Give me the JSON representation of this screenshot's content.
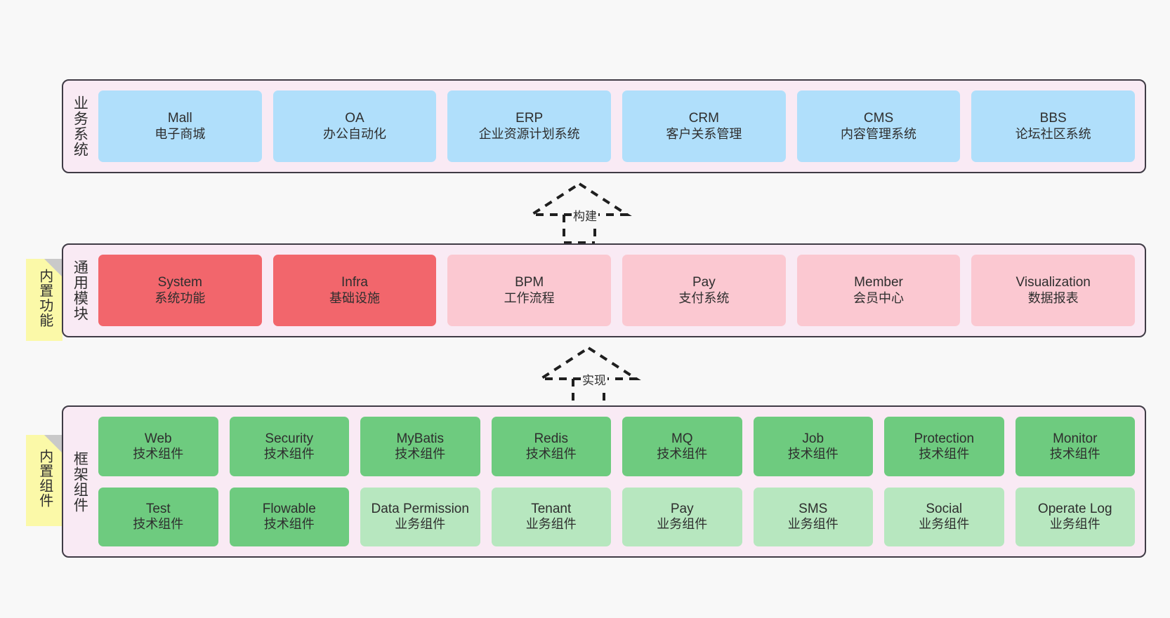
{
  "diagram": {
    "background": "#f8f8f8",
    "panel_bg": "#f9eaf4",
    "panel_border": "#3f3b45",
    "sticky_bg": "#fbf9a8",
    "sticky_fold": "#c9c9c9"
  },
  "layers": [
    {
      "id": "business-systems",
      "title": "业务系统",
      "sticky": null,
      "rows": [
        {
          "cards": [
            {
              "name": "Mall",
              "subtitle": "电子商城",
              "color": "#b0dffb",
              "variant": "c-blue"
            },
            {
              "name": "OA",
              "subtitle": "办公自动化",
              "color": "#b0dffb",
              "variant": "c-blue"
            },
            {
              "name": "ERP",
              "subtitle": "企业资源计划系统",
              "color": "#b0dffb",
              "variant": "c-blue"
            },
            {
              "name": "CRM",
              "subtitle": "客户关系管理",
              "color": "#b0dffb",
              "variant": "c-blue"
            },
            {
              "name": "CMS",
              "subtitle": "内容管理系统",
              "color": "#b0dffb",
              "variant": "c-blue"
            },
            {
              "name": "BBS",
              "subtitle": "论坛社区系统",
              "color": "#b0dffb",
              "variant": "c-blue"
            }
          ]
        }
      ]
    },
    {
      "id": "common-modules",
      "title": "通用模块",
      "sticky": "内置功能",
      "rows": [
        {
          "cards": [
            {
              "name": "System",
              "subtitle": "系统功能",
              "color": "#f2666c",
              "variant": "c-red"
            },
            {
              "name": "Infra",
              "subtitle": "基础设施",
              "color": "#f2666c",
              "variant": "c-red"
            },
            {
              "name": "BPM",
              "subtitle": "工作流程",
              "color": "#fbc8d1",
              "variant": "c-pink"
            },
            {
              "name": "Pay",
              "subtitle": "支付系统",
              "color": "#fbc8d1",
              "variant": "c-pink"
            },
            {
              "name": "Member",
              "subtitle": "会员中心",
              "color": "#fbc8d1",
              "variant": "c-pink"
            },
            {
              "name": "Visualization",
              "subtitle": "数据报表",
              "color": "#fbc8d1",
              "variant": "c-pink"
            }
          ]
        }
      ]
    },
    {
      "id": "framework-components",
      "title": "框架组件",
      "sticky": "内置组件",
      "rows": [
        {
          "cards": [
            {
              "name": "Web",
              "subtitle": "技术组件",
              "color": "#6ecb7f",
              "variant": "c-green-dark"
            },
            {
              "name": "Security",
              "subtitle": "技术组件",
              "color": "#6ecb7f",
              "variant": "c-green-dark"
            },
            {
              "name": "MyBatis",
              "subtitle": "技术组件",
              "color": "#6ecb7f",
              "variant": "c-green-dark"
            },
            {
              "name": "Redis",
              "subtitle": "技术组件",
              "color": "#6ecb7f",
              "variant": "c-green-dark"
            },
            {
              "name": "MQ",
              "subtitle": "技术组件",
              "color": "#6ecb7f",
              "variant": "c-green-dark"
            },
            {
              "name": "Job",
              "subtitle": "技术组件",
              "color": "#6ecb7f",
              "variant": "c-green-dark"
            },
            {
              "name": "Protection",
              "subtitle": "技术组件",
              "color": "#6ecb7f",
              "variant": "c-green-dark"
            },
            {
              "name": "Monitor",
              "subtitle": "技术组件",
              "color": "#6ecb7f",
              "variant": "c-green-dark"
            }
          ]
        },
        {
          "cards": [
            {
              "name": "Test",
              "subtitle": "技术组件",
              "color": "#6ecb7f",
              "variant": "c-green-dark"
            },
            {
              "name": "Flowable",
              "subtitle": "技术组件",
              "color": "#6ecb7f",
              "variant": "c-green-dark"
            },
            {
              "name": "Data Permission",
              "subtitle": "业务组件",
              "color": "#b7e7bf",
              "variant": "c-green-light"
            },
            {
              "name": "Tenant",
              "subtitle": "业务组件",
              "color": "#b7e7bf",
              "variant": "c-green-light"
            },
            {
              "name": "Pay",
              "subtitle": "业务组件",
              "color": "#b7e7bf",
              "variant": "c-green-light"
            },
            {
              "name": "SMS",
              "subtitle": "业务组件",
              "color": "#b7e7bf",
              "variant": "c-green-light"
            },
            {
              "name": "Social",
              "subtitle": "业务组件",
              "color": "#b7e7bf",
              "variant": "c-green-light"
            },
            {
              "name": "Operate Log",
              "subtitle": "业务组件",
              "color": "#b7e7bf",
              "variant": "c-green-light"
            }
          ]
        }
      ]
    }
  ],
  "connectors": [
    {
      "id": "build",
      "label": "构建",
      "style": "dashed-generalization",
      "from": "common-modules",
      "to": "business-systems"
    },
    {
      "id": "implement",
      "label": "实现",
      "style": "dashed-generalization",
      "from": "framework-components",
      "to": "common-modules"
    }
  ]
}
